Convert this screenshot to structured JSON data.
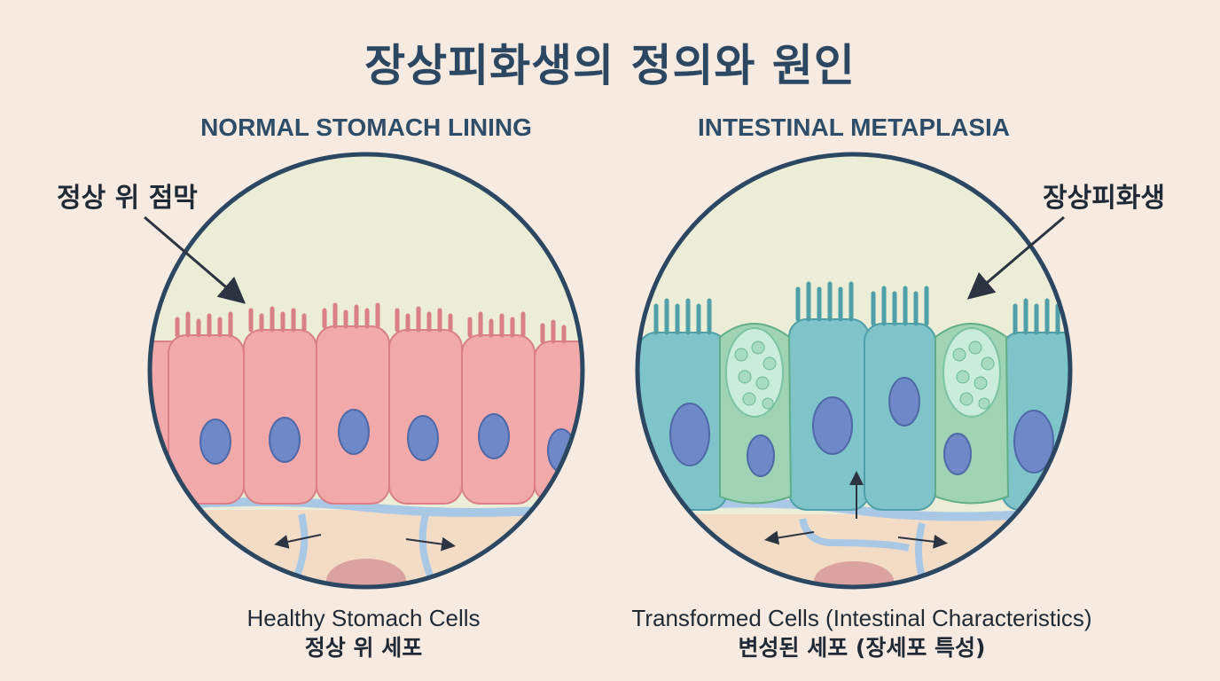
{
  "title": "장상피화생의 정의와 원인",
  "left_panel": {
    "heading": "NORMAL STOMACH LINING",
    "callout": "정상 위 점막",
    "caption_en": "Healthy Stomach Cells",
    "caption_ko": "정상 위 세포"
  },
  "right_panel": {
    "heading": "INTESTINAL METAPLASIA",
    "callout": "장상피화생",
    "caption_en": "Transformed Cells (Intestinal Characteristics)",
    "caption_ko": "변성된 세포 (장세포 특성)"
  },
  "colors": {
    "background": "#f7ebe1",
    "circle_border": "#2c4761",
    "normal_cell": "#f2a9a9",
    "metaplasia_cell": "#7ec4c8",
    "goblet_cell": "#9fd3b4",
    "nucleus": "#6e88c8",
    "lumen": "#ecedd6"
  },
  "icons": [
    "arrow-icon",
    "bidirectional-arrow-icon"
  ]
}
